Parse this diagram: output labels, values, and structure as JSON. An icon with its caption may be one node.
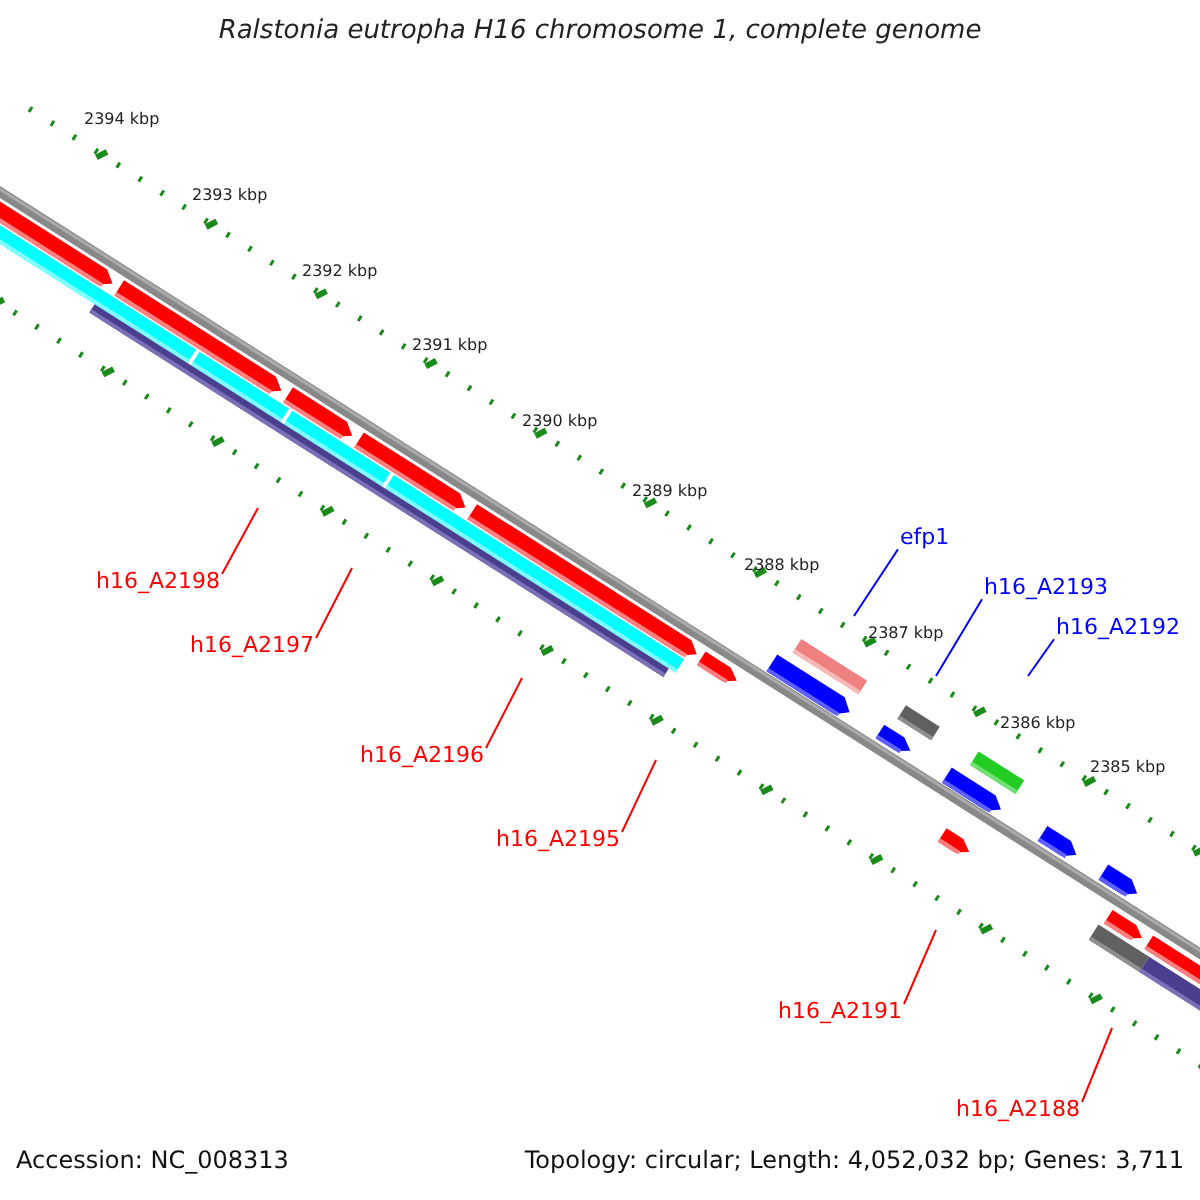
{
  "diagram": {
    "title": "Ralstonia eutropha H16 chromosome 1, complete genome",
    "nodes": [
      {
        "text": [
          "efp1"
        ]
      },
      {
        "text": [
          "h16_A2198"
        ]
      },
      {
        "text": [
          "h16_A2193"
        ]
      },
      {
        "text": [
          "h16_A2192"
        ]
      },
      {
        "text": [
          "h16_A2197"
        ]
      },
      {
        "text": [
          "h16_A2196"
        ]
      },
      {
        "text": [
          "h16_A2195"
        ]
      },
      {
        "text": [
          "h16_A2191"
        ]
      },
      {
        "text": [
          "h16_A2188"
        ]
      }
    ],
    "edges": [
      {
        "from": 0,
        "to": null,
        "arrow": "none",
        "color": "#0000ff"
      },
      {
        "from": 1,
        "to": null,
        "arrow": "none"
      },
      {
        "from": 2,
        "to": null,
        "arrow": "none",
        "color": "#0000ff"
      },
      {
        "from": 3,
        "to": null,
        "arrow": "none",
        "color": "#0000ff"
      },
      {
        "from": 4,
        "to": null,
        "arrow": "none"
      },
      {
        "from": 5,
        "to": null,
        "arrow": "none"
      },
      {
        "from": 6,
        "to": null,
        "arrow": "none"
      },
      {
        "from": 7,
        "to": null,
        "arrow": "none"
      },
      {
        "from": 8,
        "to": null,
        "arrow": "none"
      }
    ],
    "labels": [
      "2394 kbp",
      "2393 kbp",
      "2392 kbp",
      "2391 kbp",
      "2390 kbp",
      "2389 kbp",
      "2388 kbp",
      "2387 kbp",
      "2386 kbp",
      "2385 kbp",
      "Accession: NC_008313",
      "Topology: circular; Length: 4,052,032 bp; Genes: 3,711"
    ]
  }
}
